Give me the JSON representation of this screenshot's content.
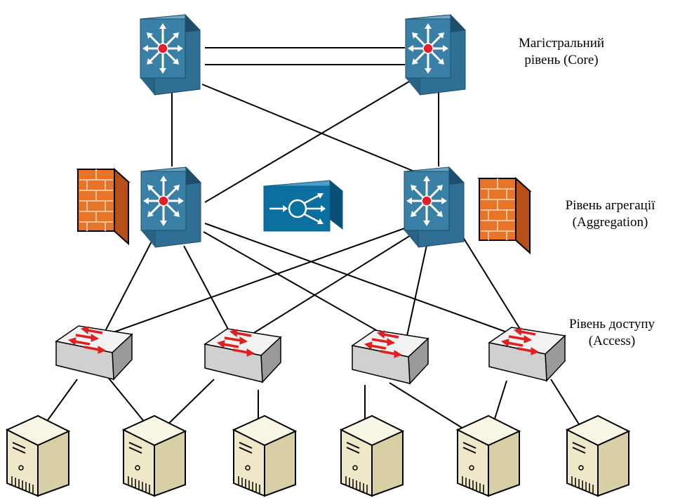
{
  "layers": {
    "core": {
      "line1": "Магістральний",
      "line2": "рівень (Core)"
    },
    "aggregation": {
      "line1": "Рівень агрегації",
      "line2": "(Aggregation)"
    },
    "access": {
      "line1": "Рівень доступу",
      "line2": "(Access)"
    }
  },
  "colors": {
    "switch_blue": "#2f6f93",
    "switch_dark": "#1f4f6b",
    "load_balancer": "#0b6fa0",
    "firewall": "#e8742a",
    "access_switch": "#e9e9e9",
    "arrow_red": "#e02020",
    "server": "#efe8c8",
    "link": "#000000"
  },
  "icons": [
    "core-switch-icon",
    "firewall-icon",
    "load-balancer-icon",
    "access-switch-icon",
    "server-icon"
  ]
}
